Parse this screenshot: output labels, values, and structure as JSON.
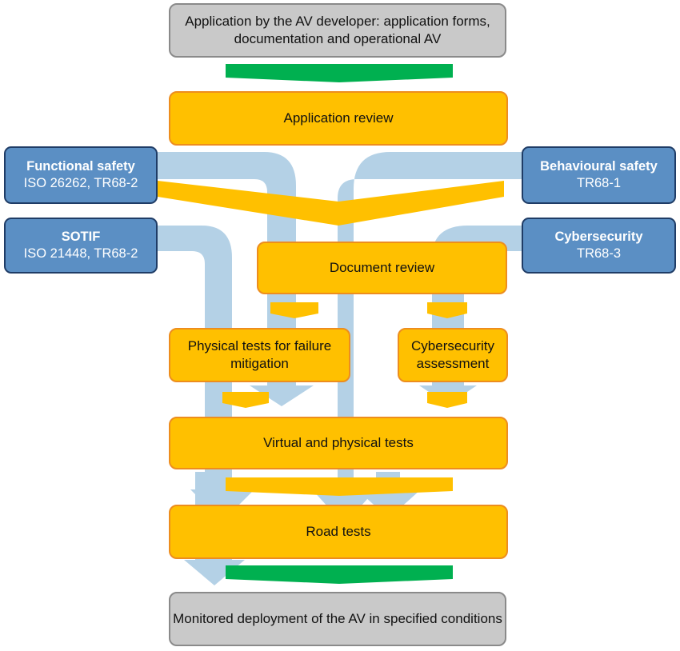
{
  "colors": {
    "flow_blue": "#b4d1e6",
    "arrow_yellow": "#ffc000",
    "arrow_green": "#00b050",
    "box_orange": "#ffc000",
    "box_orange_border": "#ed8d1e",
    "box_gray": "#c9c9c9",
    "box_blue": "#5b8fc4",
    "box_blue_border": "#1f3c66"
  },
  "start": {
    "text": "Application by the AV developer: application forms, documentation and operational AV"
  },
  "stages": {
    "application_review": "Application review",
    "document_review": "Document review",
    "physical_tests": "Physical tests for failure mitigation",
    "cybersecurity_assessment": "Cybersecurity assessment",
    "virtual_physical_tests": "Virtual and physical tests",
    "road_tests": "Road tests"
  },
  "standards": {
    "functional_safety": {
      "title": "Functional safety",
      "ref": "ISO 26262, TR68-2"
    },
    "behavioural_safety": {
      "title": "Behavioural safety",
      "ref": "TR68-1"
    },
    "sotif": {
      "title": "SOTIF",
      "ref": "ISO 21448, TR68-2"
    },
    "cybersecurity": {
      "title": "Cybersecurity",
      "ref": "TR68-3"
    }
  },
  "end": {
    "text": "Monitored deployment of the AV in specified conditions"
  }
}
